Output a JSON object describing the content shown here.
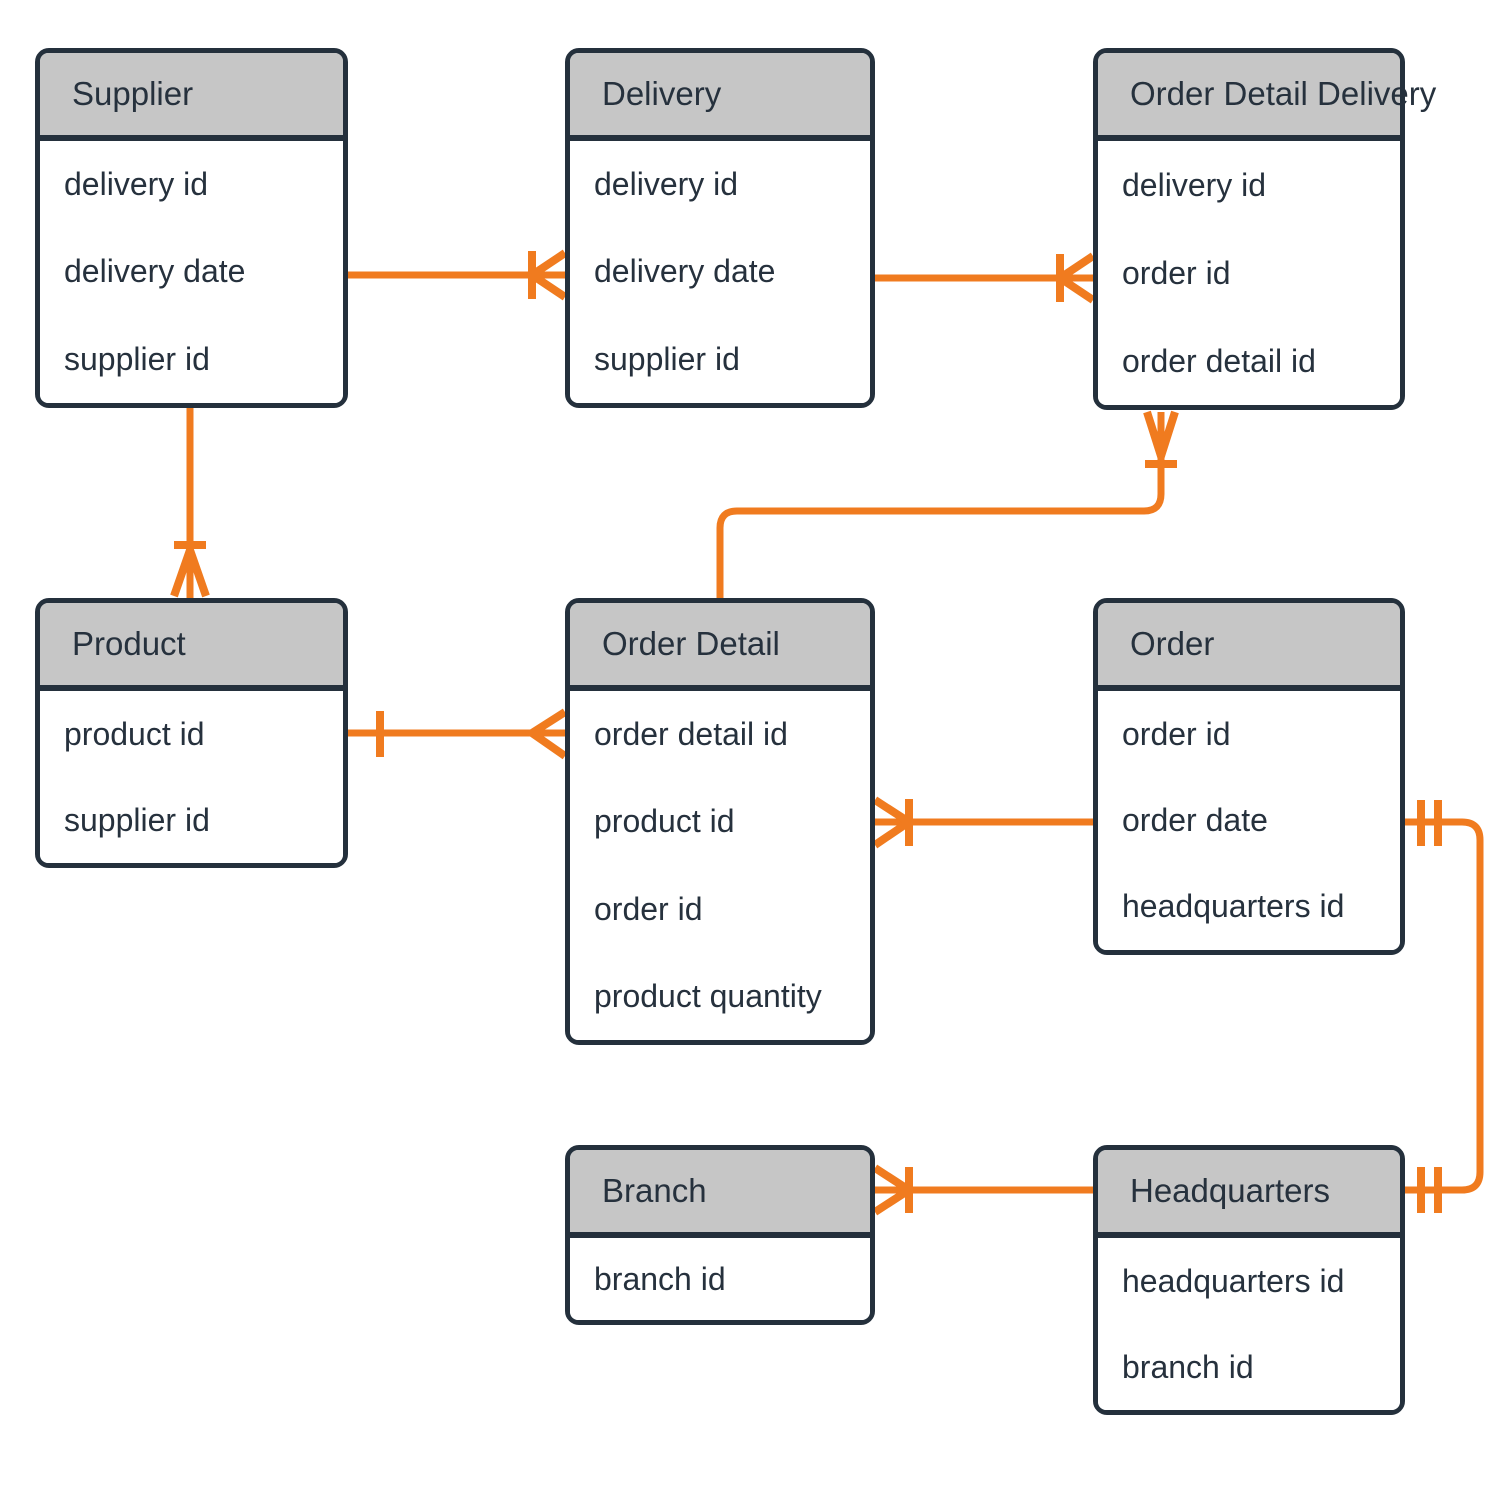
{
  "diagram": {
    "type": "entity-relationship-diagram",
    "notation": "crows-foot",
    "entities": {
      "supplier": {
        "title": "Supplier",
        "attributes": [
          "delivery id",
          "delivery date",
          "supplier id"
        ]
      },
      "delivery": {
        "title": "Delivery",
        "attributes": [
          "delivery id",
          "delivery date",
          "supplier id"
        ]
      },
      "order_detail_delivery": {
        "title": "Order Detail Delivery",
        "attributes": [
          "delivery id",
          "order id",
          "order detail id"
        ]
      },
      "product": {
        "title": "Product",
        "attributes": [
          "product id",
          "supplier id"
        ]
      },
      "order_detail": {
        "title": "Order Detail",
        "attributes": [
          "order detail id",
          "product id",
          "order id",
          "product quantity"
        ]
      },
      "order": {
        "title": "Order",
        "attributes": [
          "order id",
          "order date",
          "headquarters id"
        ]
      },
      "branch": {
        "title": "Branch",
        "attributes": [
          "branch id"
        ]
      },
      "headquarters": {
        "title": "Headquarters",
        "attributes": [
          "headquarters id",
          "branch id"
        ]
      }
    },
    "relationships": [
      {
        "from": "Supplier",
        "to": "Delivery",
        "from_cardinality": "one",
        "to_cardinality": "one or many"
      },
      {
        "from": "Delivery",
        "to": "Order Detail Delivery",
        "from_cardinality": "one",
        "to_cardinality": "one or many"
      },
      {
        "from": "Order Detail",
        "to": "Order Detail Delivery",
        "from_cardinality": "one",
        "to_cardinality": "one or many"
      },
      {
        "from": "Supplier",
        "to": "Product",
        "from_cardinality": "one",
        "to_cardinality": "one or many"
      },
      {
        "from": "Product",
        "to": "Order Detail",
        "from_cardinality": "one",
        "to_cardinality": "many"
      },
      {
        "from": "Order",
        "to": "Order Detail",
        "from_cardinality": "one",
        "to_cardinality": "one or many"
      },
      {
        "from": "Order",
        "to": "Headquarters",
        "from_cardinality": "one and only one",
        "to_cardinality": "one and only one"
      },
      {
        "from": "Headquarters",
        "to": "Branch",
        "from_cardinality": "one",
        "to_cardinality": "one or many"
      }
    ],
    "colors": {
      "connector": "#F07B1F",
      "header_fill": "#C6C6C6",
      "border": "#24303C",
      "text": "#26313D",
      "background": "#FFFFFF"
    }
  }
}
